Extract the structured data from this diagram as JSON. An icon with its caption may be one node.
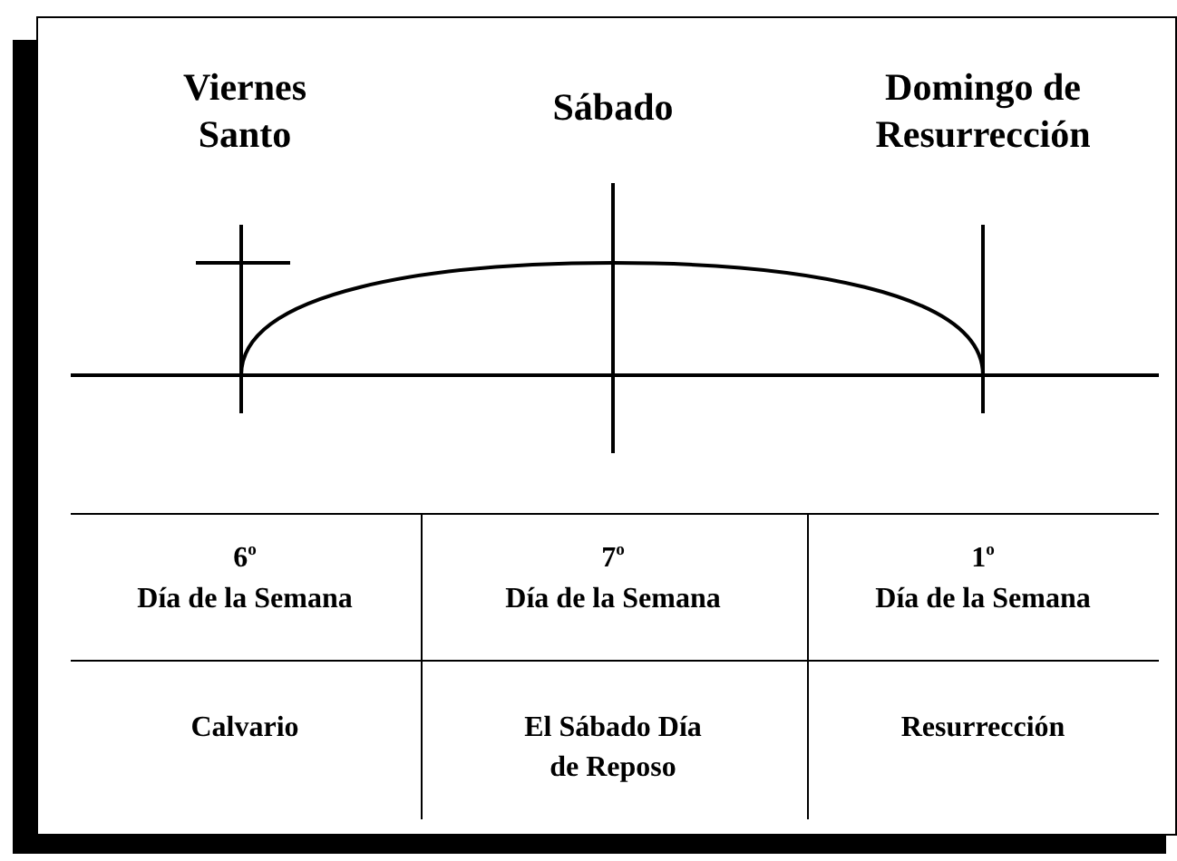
{
  "diagram": {
    "labels": [
      "Viernes Santo",
      "Sábado",
      "Domingo de Resurrección",
      "6$^{o}$",
      "Día de la Semana",
      "7$^{o}$",
      "Día de la Semana",
      "1$^{o}$",
      "Día de la Semana",
      "Calvario",
      "El Sábado Día de Reposo",
      "Resurrección"
    ]
  }
}
